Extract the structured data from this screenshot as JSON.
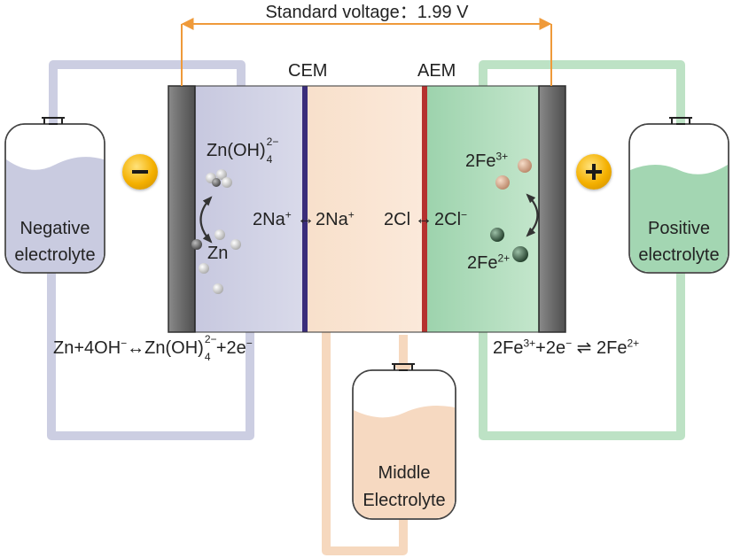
{
  "title": "Standard voltage：1.99 V",
  "membranes": {
    "cem": "CEM",
    "aem": "AEM"
  },
  "tanks": {
    "negative": {
      "line1": "Negative",
      "line2": "electrolyte"
    },
    "positive": {
      "line1": "Positive",
      "line2": "electrolyte"
    },
    "middle": {
      "line1": "Middle",
      "line2": "Electrolyte"
    }
  },
  "species": {
    "zincate": "Zn(OH)",
    "zincate_sub": "4",
    "zincate_sup": "2−",
    "zn": "Zn",
    "na_left": "2Na",
    "na_right": "2Na",
    "na_sup": "+",
    "cl_left": "2Cl",
    "cl_right": "2Cl",
    "cl_sup": "−",
    "fe3": "2Fe",
    "fe3_sup": "3+",
    "fe2": "2Fe",
    "fe2_sup": "2+"
  },
  "equations": {
    "negative": {
      "a": "Zn+4OH",
      "a_sup": "−",
      "b": "Zn(OH)",
      "b_sub": "4",
      "b_sup": "2−",
      "c": "+2e",
      "c_sup": "−"
    },
    "positive": {
      "a": "2Fe",
      "a_sup": "3+",
      "b": "+2e",
      "b_sup": "−",
      "arrow": "⇌",
      "c": "2Fe",
      "c_sup": "2+"
    }
  },
  "signs": {
    "negative": "−",
    "positive": "+"
  },
  "colors": {
    "negative_fluid": "#c9cbe0",
    "positive_fluid": "#a3d6b2",
    "middle_fluid": "#f6d9c1",
    "cem": "#3a2d7a",
    "aem": "#b5322f",
    "voltage_arrow": "#ef9a3a",
    "electrode": "#6f6f6f"
  }
}
